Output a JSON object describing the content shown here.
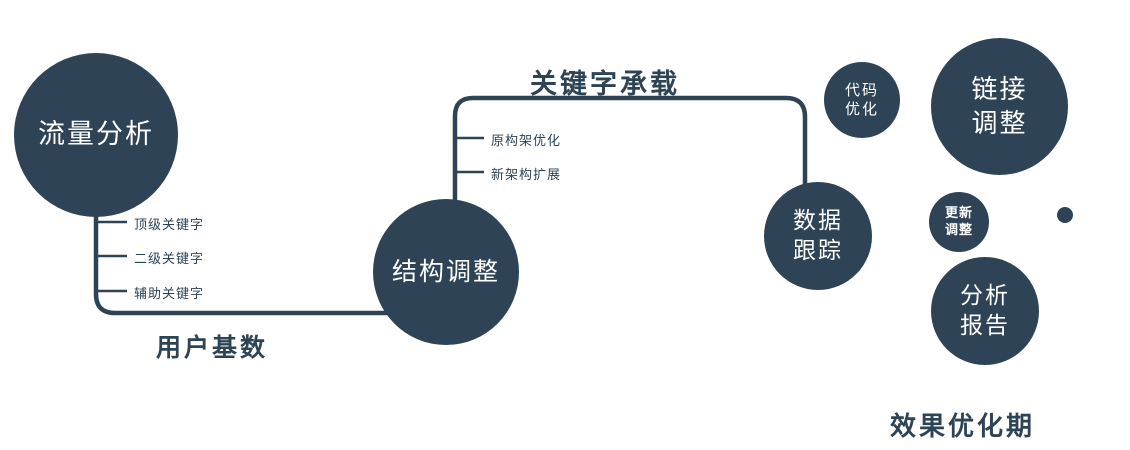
{
  "colors": {
    "primary": "#2e4456",
    "text_on_node": "#ffffff"
  },
  "nodes": {
    "traffic": {
      "label": "流量分析"
    },
    "structure": {
      "label": "结构调整"
    },
    "data_tracking": {
      "line1": "数据",
      "line2": "跟踪"
    },
    "code_optimization": {
      "line1": "代码",
      "line2": "优化"
    },
    "link_adjustment": {
      "line1": "链接",
      "line2": "调整"
    },
    "update_adjustment": {
      "line1": "更新",
      "line2": "调整"
    },
    "analysis_report": {
      "line1": "分析",
      "line2": "报告"
    }
  },
  "edge_labels": {
    "user_base": "用户基数",
    "keyword_carrying": "关键字承载"
  },
  "branches": {
    "traffic": {
      "items": [
        "顶级关键字",
        "二级关键字",
        "辅助关键字"
      ]
    },
    "structure": {
      "items": [
        "原构架优化",
        "新架构扩展"
      ]
    }
  },
  "footer": {
    "label": "效果优化期"
  }
}
